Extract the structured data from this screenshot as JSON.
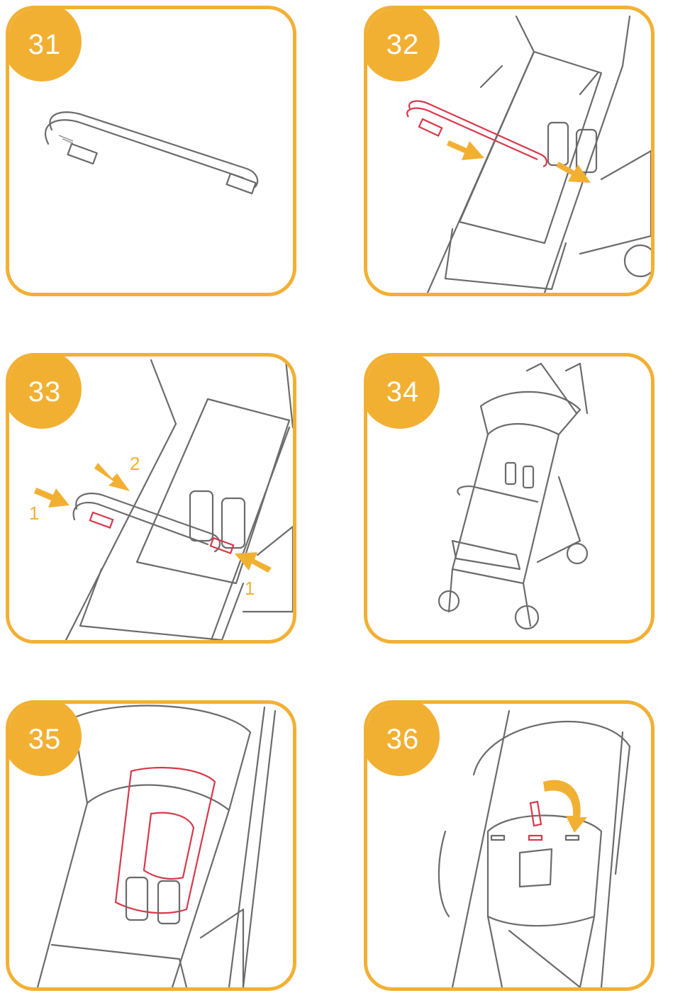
{
  "colors": {
    "accent": "#f2b033",
    "line": "#6b6b6b",
    "highlight": "#d8384a"
  },
  "steps": [
    {
      "number": "31"
    },
    {
      "number": "32"
    },
    {
      "number": "33",
      "labels": [
        "2",
        "1",
        "1"
      ]
    },
    {
      "number": "34"
    },
    {
      "number": "35"
    },
    {
      "number": "36"
    }
  ]
}
